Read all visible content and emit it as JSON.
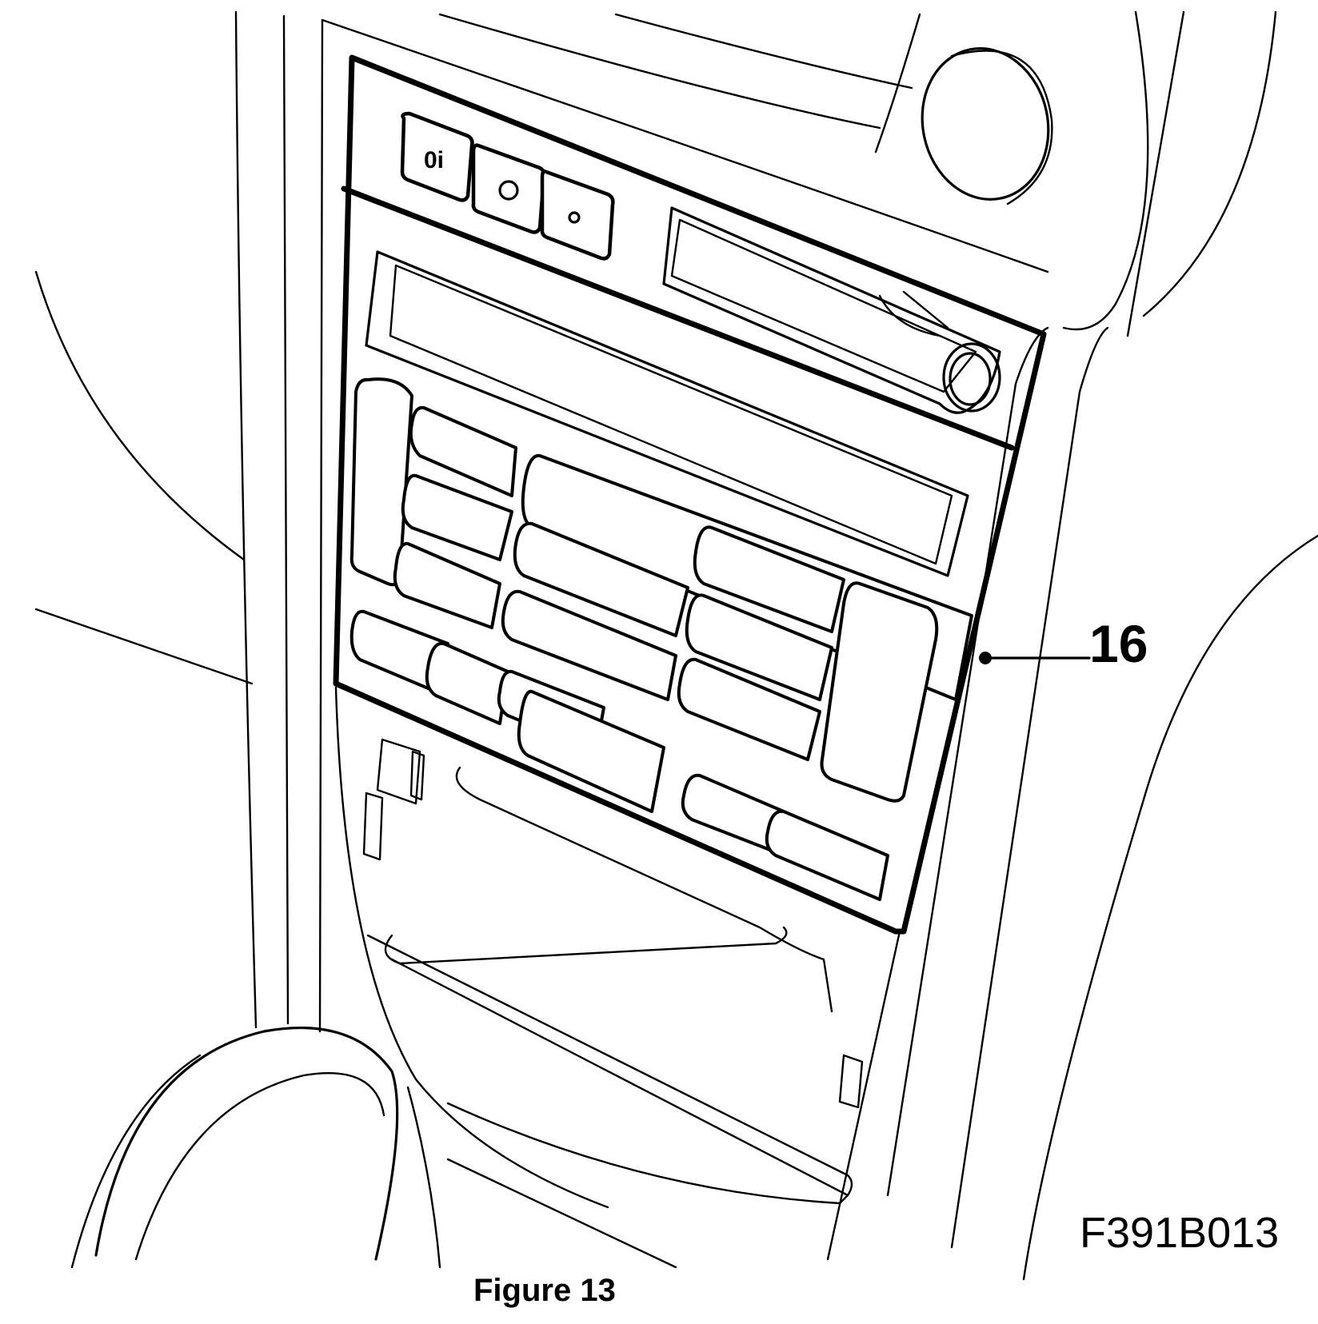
{
  "callout": {
    "number": "16"
  },
  "figure": {
    "code": "F391B013",
    "caption": "Figure 13"
  },
  "colors": {
    "line": "#000000",
    "background": "#ffffff"
  }
}
